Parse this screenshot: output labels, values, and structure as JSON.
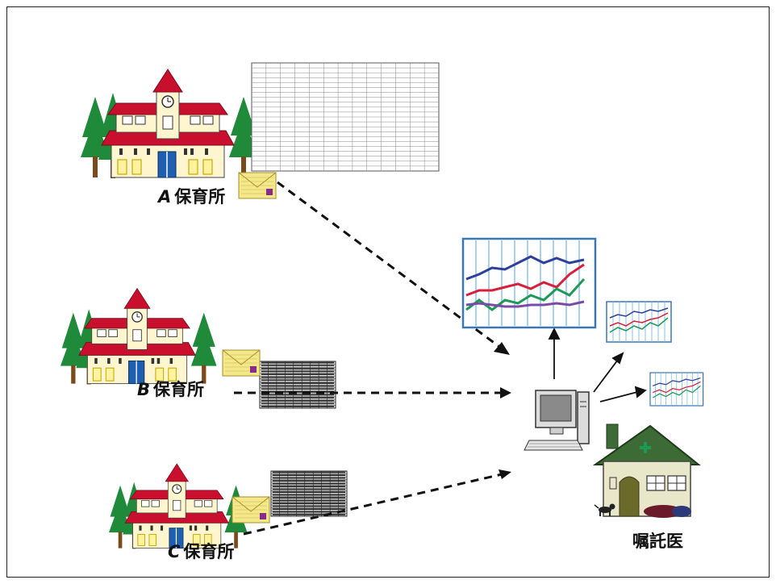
{
  "nurseries": [
    {
      "letter": "A",
      "name": "保育所"
    },
    {
      "letter": "B",
      "name": "保育所"
    },
    {
      "letter": "C",
      "name": "保育所"
    }
  ],
  "doctor": {
    "label": "嘱託医"
  },
  "colors": {
    "roof": "#c8102e",
    "wall": "#fff6d0",
    "tree": "#1f8a3a",
    "door": "#1e5fb0",
    "chart_border": "#3a78b5",
    "chart_grid": "#6fb0e0",
    "series_blue": "#2b3f9c",
    "series_red": "#d81e3a",
    "series_green": "#1c9a55",
    "series_purple": "#7b4aa8",
    "envelope": "#f4e98a",
    "house_wall": "#e9e7c9",
    "house_roof": "#3d6b35"
  },
  "icons": [
    "building-icon",
    "spreadsheet-icon",
    "envelope-icon",
    "computer-icon",
    "chart-icon",
    "clinic-house-icon",
    "dog-icon"
  ]
}
